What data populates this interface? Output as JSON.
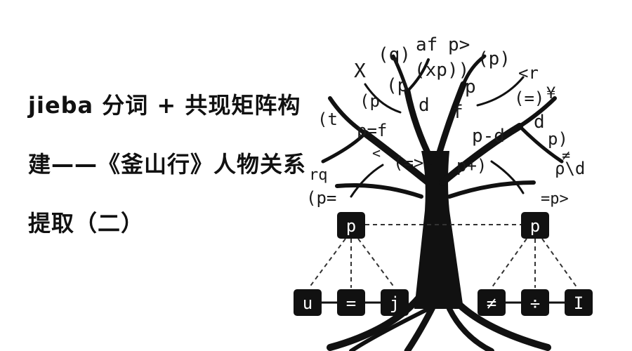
{
  "title": {
    "line1": "jieba 分词 + 共现矩阵构",
    "line2": "建——《釜山行》人物关系",
    "line3": "提取（二）"
  },
  "tree": {
    "symbols": [
      "(q)",
      "af",
      "p>",
      "(p)",
      "X",
      "(xp))",
      "(p",
      "<r",
      "p",
      "(p",
      "d",
      "f",
      "(=)",
      "¥",
      "(t",
      "p=f",
      "p-d",
      "d",
      "p)",
      "(=>",
      "p+)",
      "rq",
      "ρ\\d",
      "(p=",
      "=p>",
      "<",
      "≠"
    ],
    "top_nodes": [
      "p",
      "p"
    ],
    "left_leaves": [
      "u",
      "=",
      "j"
    ],
    "right_leaves": [
      "≠",
      "÷",
      "I"
    ]
  }
}
